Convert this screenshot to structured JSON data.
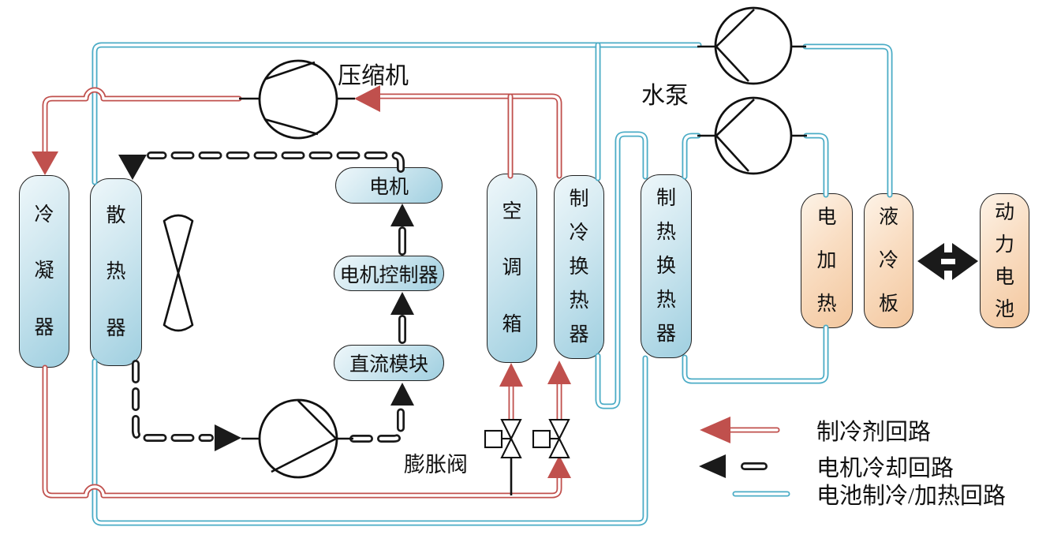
{
  "colors": {
    "refrigerant": "#c0504d",
    "battery_loop": "#4bacc6",
    "motor_loop": "#1a1a1a",
    "box_blue_light": "#eef7fa",
    "box_blue_dark": "#9fcfe0",
    "box_orange_light": "#fdf3e7",
    "box_orange_dark": "#f3c79e"
  },
  "labels": {
    "compressor": "压缩机",
    "water_pump": "水泵",
    "expansion_valve": "膨胀阀"
  },
  "components": {
    "condenser": {
      "label": "冷凝器"
    },
    "radiator": {
      "label": "散热器"
    },
    "motor": {
      "label": "电机"
    },
    "motor_controller": {
      "label": "电机控制器"
    },
    "dc_module": {
      "label": "直流模块"
    },
    "hvac_box": {
      "label": "空调箱"
    },
    "cooling_heat_exchanger": {
      "label": "制冷换热器"
    },
    "heating_heat_exchanger": {
      "label": "制热换热器"
    },
    "electric_heater": {
      "label": "电加热"
    },
    "liquid_cooling_plate": {
      "label": "液冷板"
    },
    "power_battery": {
      "label": "动力电池"
    }
  },
  "legend": {
    "items": [
      {
        "label": "制冷剂回路"
      },
      {
        "label": "电机冷却回路"
      },
      {
        "label": "电池制冷/加热回路"
      }
    ]
  }
}
